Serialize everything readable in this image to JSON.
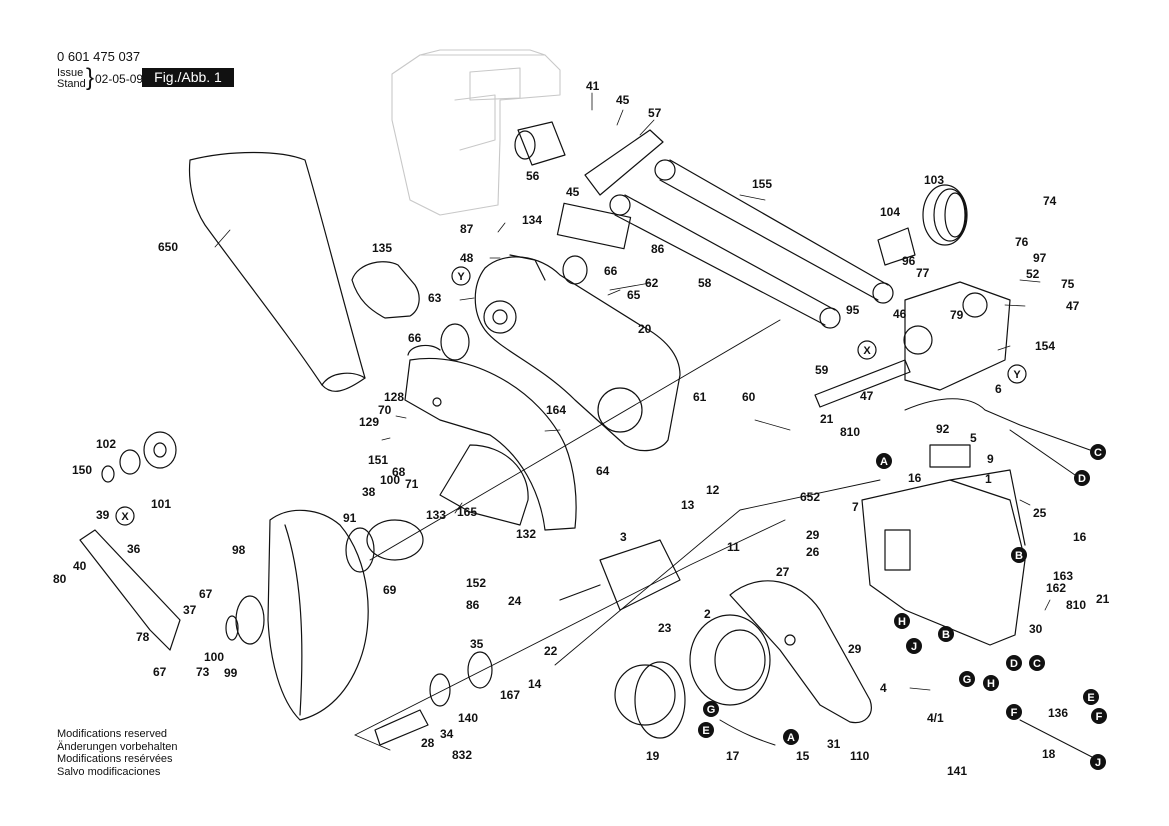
{
  "header": {
    "part_number": "0 601 475 037",
    "issue_label_1": "Issue",
    "issue_label_2": "Stand",
    "issue_brace": "}",
    "issue_date": "02-05-09",
    "figure_badge": "Fig./Abb. 1"
  },
  "notes": [
    "Modifications reserved",
    "Änderungen vorbehalten",
    "Modifications resérvées",
    "Salvo modificaciones"
  ],
  "callouts": {
    "n41": "41",
    "n45a": "45",
    "n57": "57",
    "n56": "56",
    "n45b": "45",
    "n155": "155",
    "n103": "103",
    "n74": "74",
    "n134": "134",
    "n87": "87",
    "n86a": "86",
    "n104": "104",
    "n76": "76",
    "n650": "650",
    "n135": "135",
    "n48": "48",
    "n66a": "66",
    "n62": "62",
    "n65": "65",
    "n58": "58",
    "n96": "96",
    "n97": "97",
    "n77": "77",
    "n52": "52",
    "n75": "75",
    "n63": "63",
    "n95": "95",
    "n46": "46",
    "n79": "79",
    "n47a": "47",
    "n20": "20",
    "n66b": "66",
    "n154": "154",
    "n59": "59",
    "n128": "128",
    "n70": "70",
    "n129": "129",
    "n61": "61",
    "n60": "60",
    "n164": "164",
    "n64": "64",
    "n47b": "47",
    "n6": "6",
    "n21a": "21",
    "n810a": "810",
    "n92": "92",
    "n5": "5",
    "n9": "9",
    "n16a": "16",
    "n102": "102",
    "n150": "150",
    "n101": "101",
    "n151": "151",
    "n68": "68",
    "n100a": "100",
    "n71": "71",
    "n38": "38",
    "n133": "133",
    "n165": "165",
    "n652": "652",
    "n1": "1",
    "n13": "13",
    "n12": "12",
    "n25": "25",
    "n39": "39",
    "n91": "91",
    "n132": "132",
    "n98": "98",
    "n7": "7",
    "n3": "3",
    "n11": "11",
    "n29a": "29",
    "n16b": "16",
    "n36": "36",
    "n26": "26",
    "n80": "80",
    "n40": "40",
    "n69": "69",
    "n152": "152",
    "n163": "163",
    "n21b": "21",
    "n162": "162",
    "n810b": "810",
    "n86b": "86",
    "n24": "24",
    "n27": "27",
    "n67a": "67",
    "n37": "37",
    "n2": "2",
    "n30": "30",
    "n23": "23",
    "n22": "22",
    "n78": "78",
    "n100b": "100",
    "n35": "35",
    "n29b": "29",
    "n67b": "67",
    "n73": "73",
    "n99": "99",
    "n14": "14",
    "n4": "4",
    "n167": "167",
    "n136": "136",
    "n140": "140",
    "n4_1": "4/1",
    "n28": "28",
    "n34": "34",
    "n832": "832",
    "n19": "19",
    "n17": "17",
    "n15": "15",
    "n31": "31",
    "n110": "110",
    "n141": "141",
    "n18": "18"
  },
  "markers": {
    "X": "X",
    "Y": "Y",
    "A": "A",
    "B": "B",
    "C": "C",
    "D": "D",
    "E": "E",
    "F": "F",
    "G": "G",
    "H": "H",
    "J": "J"
  },
  "colors": {
    "ink": "#111111",
    "faint": "#c8c8c8",
    "badge_bg": "#111111",
    "badge_fg": "#ffffff"
  }
}
